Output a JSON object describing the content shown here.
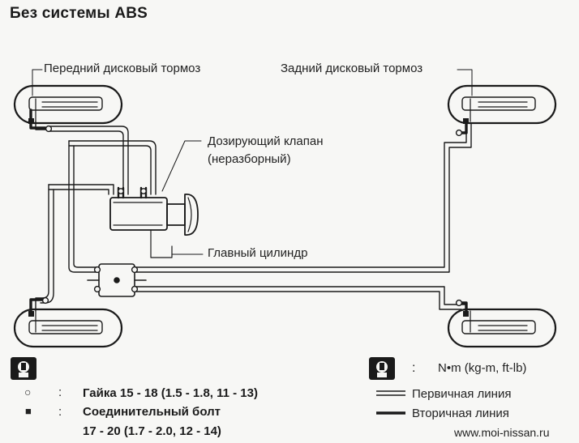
{
  "title": "Без системы ABS",
  "labels": {
    "front_brake": "Передний дисковый тормоз",
    "rear_brake": "Задний дисковый тормоз",
    "proportioning_valve_line1": "Дозирующий клапан",
    "proportioning_valve_line2": "(неразборный)",
    "master_cylinder": "Главный цилиндр"
  },
  "legend": {
    "torque_units_colon": ":",
    "torque_units": "N•m (kg-m, ft-lb)",
    "nut_symbol": "○",
    "nut_colon": ":",
    "nut_label": "Гайка 15 - 18 (1.5 - 1.8, 11 - 13)",
    "bolt_symbol": "■",
    "bolt_colon": ":",
    "bolt_label_line1": "Соединительный болт",
    "bolt_label_line2": "17 - 20 (1.7 - 2.0, 12 - 14)",
    "primary_line": "Первичная линия",
    "secondary_line": "Вторичная линия"
  },
  "watermark": "www.moi-nissan.ru",
  "icons": [
    "torque-wrench-icon",
    "torque-wrench-icon"
  ]
}
